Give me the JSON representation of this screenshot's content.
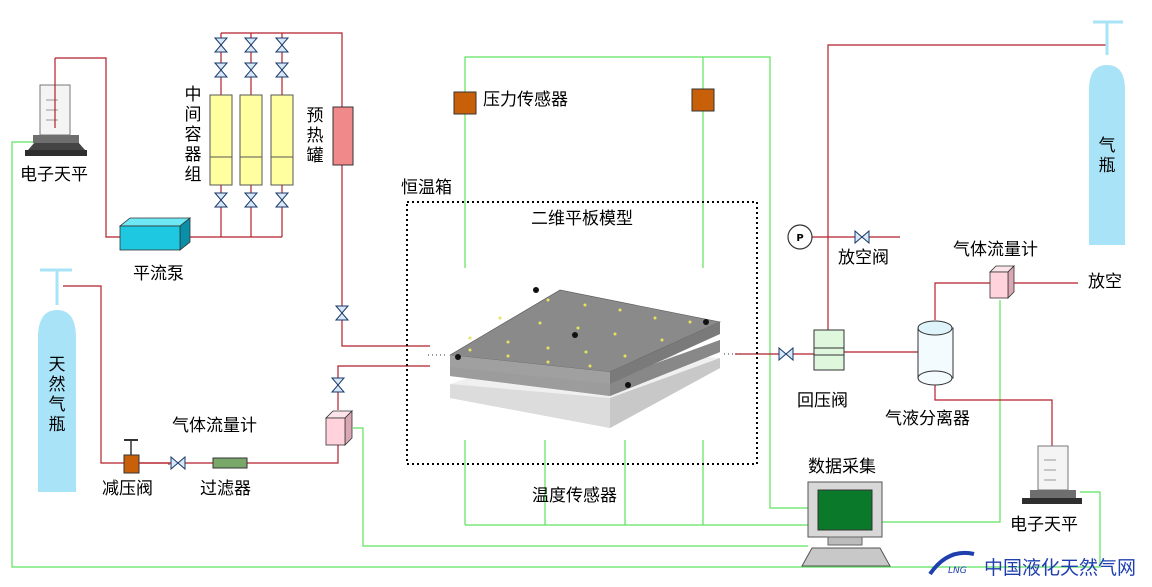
{
  "labels": {
    "balance_left": "电子天平",
    "container_group": "中间容器组",
    "preheater": "预热罐",
    "pump": "平流泵",
    "pressure_sensor": "压力传感器",
    "incubator": "恒温箱",
    "model": "二维平板模型",
    "temp_sensor": "温度传感器",
    "gas_cylinder_top": "气瓶",
    "vent_valve": "放空阀",
    "gas_flowmeter_right": "气体流量计",
    "vent": "放空",
    "back_pressure_valve": "回压阀",
    "separator": "气液分离器",
    "data_acq": "数据采集",
    "balance_right": "电子天平",
    "ng_cylinder": "天然气瓶",
    "gas_flowmeter_left": "气体流量计",
    "pressure_reducer": "减压阀",
    "filter": "过滤器",
    "gauge_p": "P"
  },
  "watermark": {
    "logo_text": "LNG",
    "text": "中国液化天然气网"
  },
  "colors": {
    "pipe_red": "#b51e2a",
    "wire_green": "#5ee25e",
    "cylinder_blue": "#a9e3f7",
    "container_yellow": "#ffffa0",
    "preheater_pink": "#f08a8a",
    "sensor_orange": "#c8600a",
    "pump_cyan": "#1ec8e0",
    "monitor_green": "#0a7a2a",
    "flowmeter_pink": "#ffd2dc",
    "watermark_blue": "#1f3fae"
  }
}
